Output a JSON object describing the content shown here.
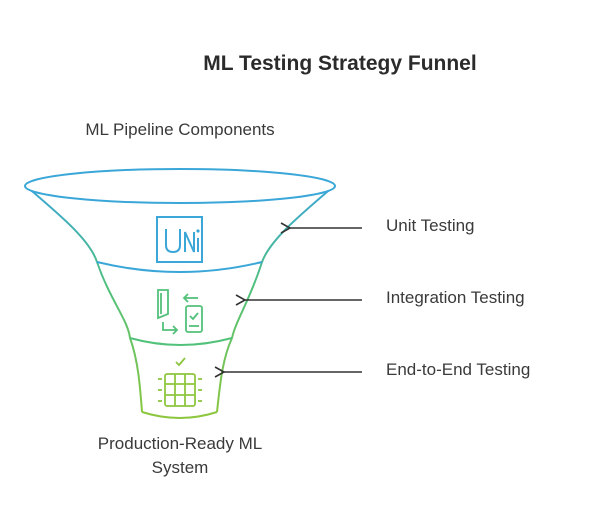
{
  "title": "ML Testing Strategy Funnel",
  "top_label": "ML Pipeline Components",
  "bottom_label_lines": [
    "Production-Ready ML",
    "System"
  ],
  "stages": [
    {
      "label": "Unit Testing",
      "icon": "unit-testing-icon",
      "color": "#3ba7d8"
    },
    {
      "label": "Integration Testing",
      "icon": "integration-phone-arrows-icon",
      "color": "#52c17a"
    },
    {
      "label": "End-to-End Testing",
      "icon": "server-check-icon",
      "color": "#8dc63f"
    }
  ],
  "colors": {
    "arrow": "#333333",
    "text": "#333333"
  }
}
